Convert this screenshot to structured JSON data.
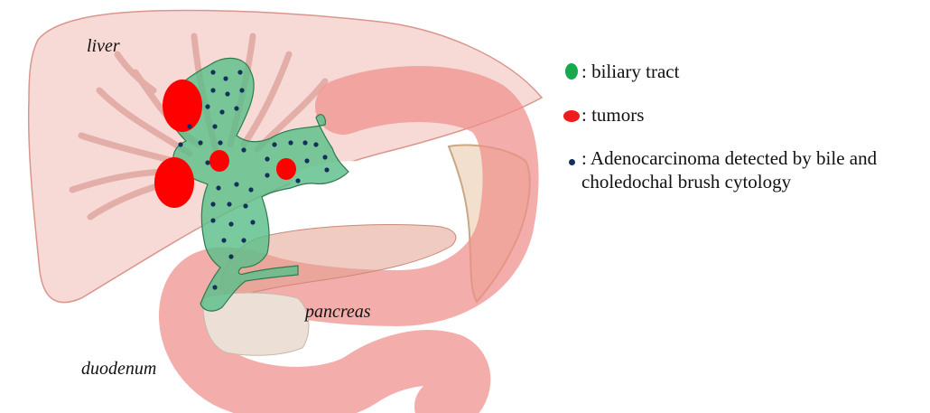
{
  "labels": {
    "liver": "liver",
    "pancreas": "pancreas",
    "duodenum": "duodenum"
  },
  "legend": [
    {
      "marker": "biliary-tract-marker",
      "color": "#18a94e",
      "text": ": biliary tract"
    },
    {
      "marker": "tumor-marker",
      "color": "#ee1c1c",
      "text": ": tumors"
    },
    {
      "marker": "adenocarcinoma-dot-marker",
      "color": "#13305a",
      "text": ": Adenocarcinoma detected by bile and choledochal brush cytology"
    }
  ],
  "colors": {
    "liver_fill": "#f6d4cf",
    "liver_stroke": "#d9968c",
    "vessel": "#e0a6a0",
    "duodenum": "#ee8f8a",
    "pancreas": "#e3a090",
    "biliary": "#5cc08a",
    "tumor": "#ff0000",
    "dot": "#13305a",
    "gallbladder": "#f3dfcd",
    "stomach_tissue": "#ecdfd6"
  }
}
